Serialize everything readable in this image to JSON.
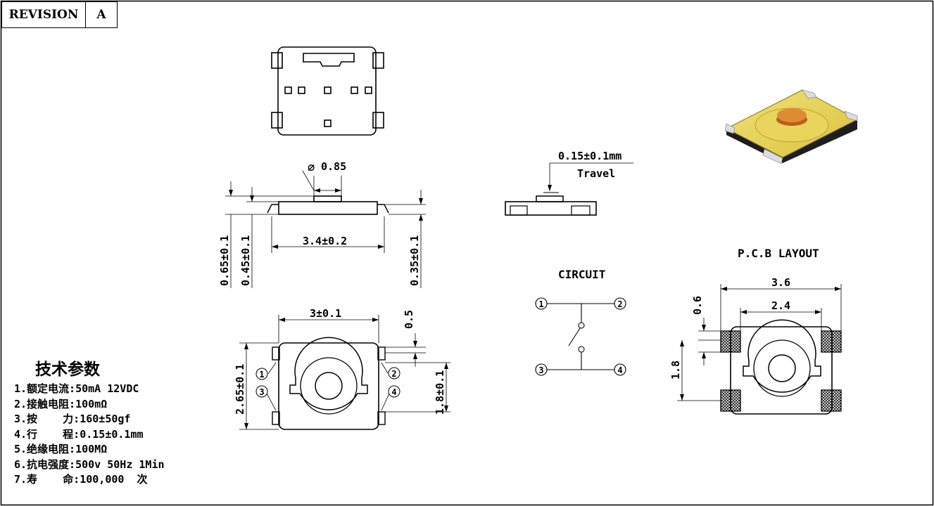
{
  "revision": {
    "label": "REVISION",
    "value": "A"
  },
  "dims": {
    "dia": "0.85",
    "w34": "3.4±0.2",
    "h065": "0.65±0.1",
    "h045": "0.45±0.1",
    "h035": "0.35±0.1",
    "w3": "3±0.1",
    "h265": "2.65±0.1",
    "d05": "0.5",
    "d18": "1.8±0.1",
    "travel_value": "0.15±0.1mm",
    "travel_label": "Travel"
  },
  "circuit": {
    "title": "CIRCUIT",
    "pins": [
      "1",
      "2",
      "3",
      "4"
    ]
  },
  "pcb": {
    "title": "P.C.B LAYOUT",
    "d36": "3.6",
    "d24": "2.4",
    "d06": "0.6",
    "d18": "1.8"
  },
  "pins": [
    "1",
    "2",
    "3",
    "4"
  ],
  "specs": {
    "title": "技术参数",
    "lines": [
      "1.额定电流:50mA 12VDC",
      "2.接触电阻:100mΩ",
      "3.按    力:160±50gf",
      "4.行    程:0.15±0.1mm",
      "5.绝缘电阻:100MΩ",
      "6.抗电强度:500v 50Hz 1Min",
      "7.寿    命:100,000  次"
    ]
  },
  "colors": {
    "line": "#000000",
    "cap_yellow": "#e8d44a",
    "actuator_orange": "#d9822b",
    "body_dark": "#2a2a2a"
  }
}
